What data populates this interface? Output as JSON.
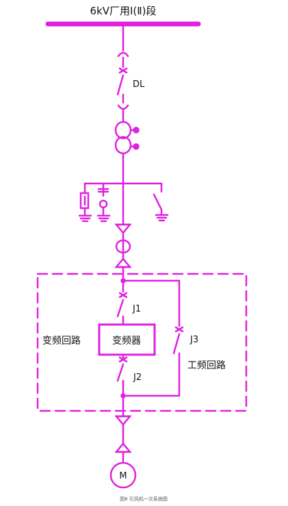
{
  "busbar_label": "6kV厂用Ⅰ(Ⅱ)段",
  "breaker_label": "DL",
  "switch_j1": "J1",
  "switch_j2": "J2",
  "switch_j3": "J3",
  "vfd_label": "变频器",
  "vfd_circuit_label": "变频回路",
  "bypass_circuit_label": "工频回路",
  "motor_label": "M",
  "caption": "图8 引风机一次系统图",
  "colors": {
    "line": "#e020e0",
    "text": "#111111"
  }
}
